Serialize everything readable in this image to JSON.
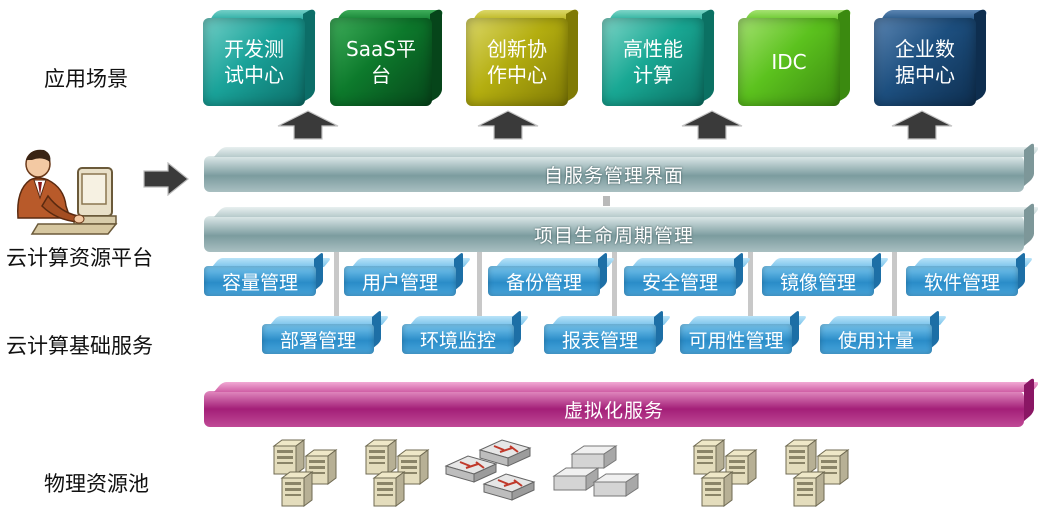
{
  "left_labels": {
    "application": "应用场景",
    "platform": "云计算资源平台",
    "basic_services": "云计算基础服务",
    "physical_pool": "物理资源池"
  },
  "scenarios": [
    {
      "line1": "开发测",
      "line2": "试中心",
      "color": "#1aa39a",
      "dark": "#0c6e68",
      "light": "#74d0c8"
    },
    {
      "line1": "SaaS平",
      "line2": "台",
      "color": "#0d7a2c",
      "dark": "#06451a",
      "light": "#3fae5b"
    },
    {
      "line1": "创新协",
      "line2": "作中心",
      "color": "#b4ae10",
      "dark": "#7f7a05",
      "light": "#dcd86a"
    },
    {
      "line1": "高性能",
      "line2": "计算",
      "color": "#19a894",
      "dark": "#0b7163",
      "light": "#7fd6c8"
    },
    {
      "line1": "IDC",
      "line2": "",
      "color": "#5cc21e",
      "dark": "#3b8a10",
      "light": "#a6e273"
    },
    {
      "line1": "企业数",
      "line2": "据中心",
      "color": "#1d4f7f",
      "dark": "#0e2e4f",
      "light": "#5c86b3"
    }
  ],
  "bars": {
    "self_service": "自服务管理界面",
    "lifecycle": "项目生命周期管理",
    "virtualization": "虚拟化服务"
  },
  "services_row1": [
    "容量管理",
    "用户管理",
    "备份管理",
    "安全管理",
    "镜像管理",
    "软件管理"
  ],
  "services_row2": [
    "部署管理",
    "环境监控",
    "报表管理",
    "可用性管理",
    "使用计量"
  ],
  "icons": {
    "user": "user-at-computer-icon",
    "arrow": "right-arrow-icon",
    "server": "server-icon",
    "switch": "network-switch-icon",
    "storage": "storage-icon"
  }
}
